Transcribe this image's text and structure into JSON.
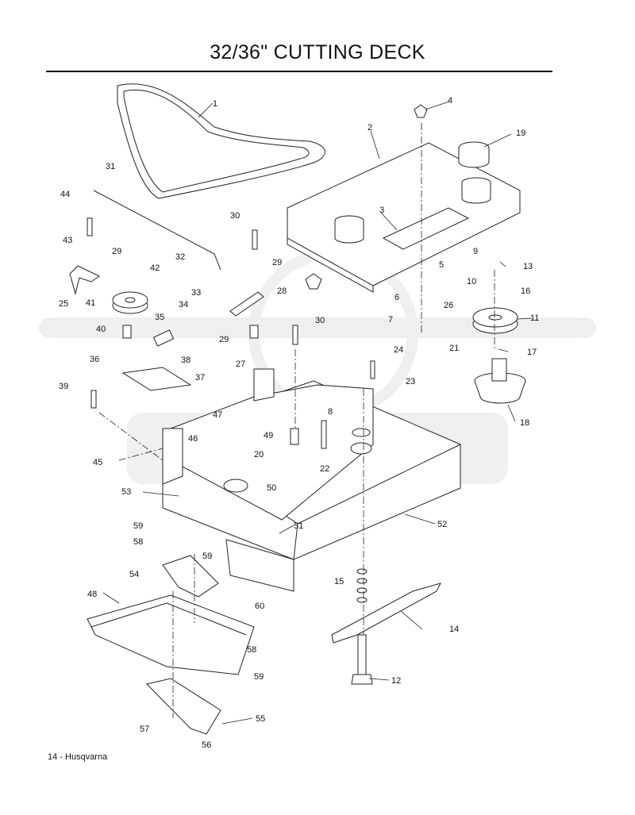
{
  "title": "32/36\" CUTTING DECK",
  "footer": "14 - Husqvarna",
  "callouts": [
    "1",
    "2",
    "3",
    "4",
    "5",
    "6",
    "7",
    "8",
    "9",
    "10",
    "11",
    "12",
    "13",
    "14",
    "15",
    "16",
    "17",
    "18",
    "19",
    "20",
    "21",
    "22",
    "23",
    "24",
    "25",
    "26",
    "27",
    "28",
    "29",
    "30",
    "31",
    "32",
    "33",
    "34",
    "35",
    "36",
    "37",
    "38",
    "39",
    "40",
    "41",
    "42",
    "43",
    "44",
    "45",
    "46",
    "47",
    "48",
    "49",
    "50",
    "51",
    "52",
    "53",
    "54",
    "55",
    "56",
    "57",
    "58",
    "59",
    "60"
  ]
}
